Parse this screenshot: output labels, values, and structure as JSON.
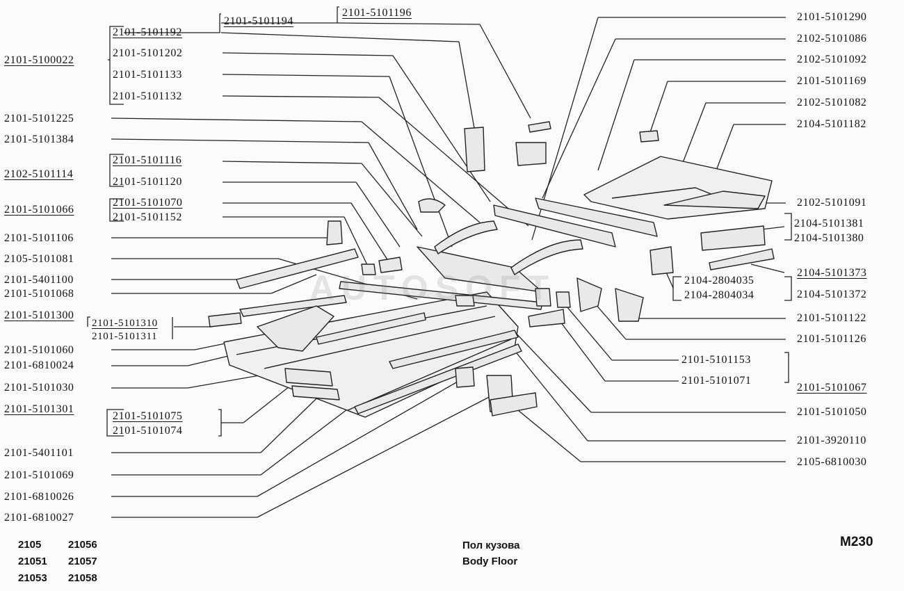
{
  "diagram": {
    "title_ru": "Пол кузова",
    "title_en": "Body Floor",
    "code": "M230",
    "watermark": "AUTOSOFT",
    "models": [
      "2105",
      "21056",
      "21051",
      "21057",
      "21053",
      "21058"
    ],
    "labels_left": [
      "2101-5100022",
      "2101-5101192",
      "2101-5101202",
      "2101-5101133",
      "2101-5101132",
      "2101-5101194",
      "2101-5101196",
      "2101-5101225",
      "2101-5101384",
      "2102-5101114",
      "2101-5101116",
      "2101-5101120",
      "2101-5101066",
      "2101-5101070",
      "2101-5101152",
      "2101-5101106",
      "2105-5101081",
      "2101-5401100",
      "2101-5101068",
      "2101-5101300",
      "2101-5101310",
      "2101-5101311",
      "2101-5101060",
      "2101-6810024",
      "2101-5101030",
      "2101-5101301",
      "2101-5101075",
      "2101-5101074",
      "2101-5401101",
      "2101-5101069",
      "2101-6810026",
      "2101-6810027"
    ],
    "labels_right": [
      "2101-5101290",
      "2102-5101086",
      "2102-5101092",
      "2101-5101169",
      "2102-5101082",
      "2104-5101182",
      "2102-5101091",
      "2104-5101381",
      "2104-5101380",
      "2104-5101373",
      "2104-2804035",
      "2104-2804034",
      "2104-5101372",
      "2101-5101122",
      "2101-5101126",
      "2101-5101153",
      "2101-5101071",
      "2101-5101067",
      "2101-5101050",
      "2101-3920110",
      "2105-6810030"
    ]
  }
}
